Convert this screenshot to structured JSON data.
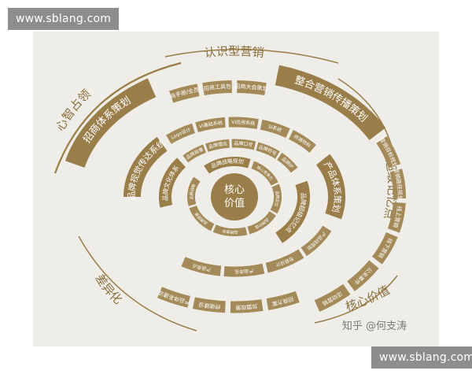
{
  "watermark": {
    "top": "www.sblang.com",
    "bottom": "www.sblang.com"
  },
  "colors": {
    "background": "#efede7",
    "gold": "#a38a58",
    "deep_gold": "#9a7e49",
    "light_text": "#ffffff",
    "outer_text": "#8a6f3e"
  },
  "center": {
    "label_line1": "核心",
    "label_line2": "价值"
  },
  "outer_labels": {
    "top": "认识型营销",
    "left": "心智占领",
    "right": "超级记忆点",
    "bottom_left": "差异化",
    "bottom_right": "核心价值"
  },
  "credit": "知乎 @何支涛",
  "bands": {
    "outer": {
      "major_top": "整合营销传播策划",
      "major_left": "招商体系策划",
      "segments_top": [
        "招商手册/全员服",
        "招商工具包",
        "招商大会策划"
      ],
      "segments_right": [
        "营销目标规划",
        "营销路径规划",
        "线上营销",
        "线下营销",
        "公关事件",
        "活动营销"
      ],
      "segments_bottom": [
        "招商方案",
        "加盟政策",
        "终端建设",
        "产品体系建设"
      ]
    },
    "second": {
      "major_left": "品牌视觉传达系统",
      "major_right": "产品体系策划",
      "segments_top": [
        "Logo设计",
        "VI基础系统",
        "VI应用系统",
        "SI系统",
        "终端物料"
      ],
      "segments_bottom": [
        "产品线规划",
        "包装设计",
        "产品命名",
        "产品卖点"
      ]
    },
    "third": {
      "major_left": "品牌文化体系",
      "major_right": "品牌超级记忆点",
      "segments": [
        "品牌故事",
        "品牌理念",
        "品牌口号",
        "品牌符号",
        "品牌IP"
      ]
    },
    "inner": {
      "major": "品牌战略规划",
      "segments": [
        "核心竞争力",
        "品牌定位",
        "品牌价值",
        "品牌使命",
        "品牌愿景",
        "品牌战略"
      ]
    }
  }
}
